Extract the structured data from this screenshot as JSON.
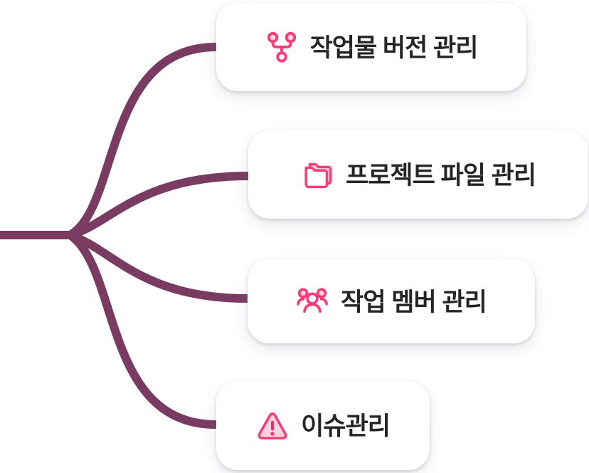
{
  "mindmap": {
    "branch_color": "#7a3b62",
    "accent_pink": "#fb3a77",
    "accent_pink_light": "#fcd3e1",
    "text_color": "#252525",
    "nodes": [
      {
        "id": "version-control",
        "icon": "git-fork-icon",
        "label": "작업물 버전 관리"
      },
      {
        "id": "project-files",
        "icon": "folders-icon",
        "label": "프로젝트 파일 관리"
      },
      {
        "id": "work-members",
        "icon": "users-icon",
        "label": "작업 멤버 관리"
      },
      {
        "id": "issues",
        "icon": "warning-triangle-icon",
        "label": "이슈관리"
      }
    ]
  }
}
